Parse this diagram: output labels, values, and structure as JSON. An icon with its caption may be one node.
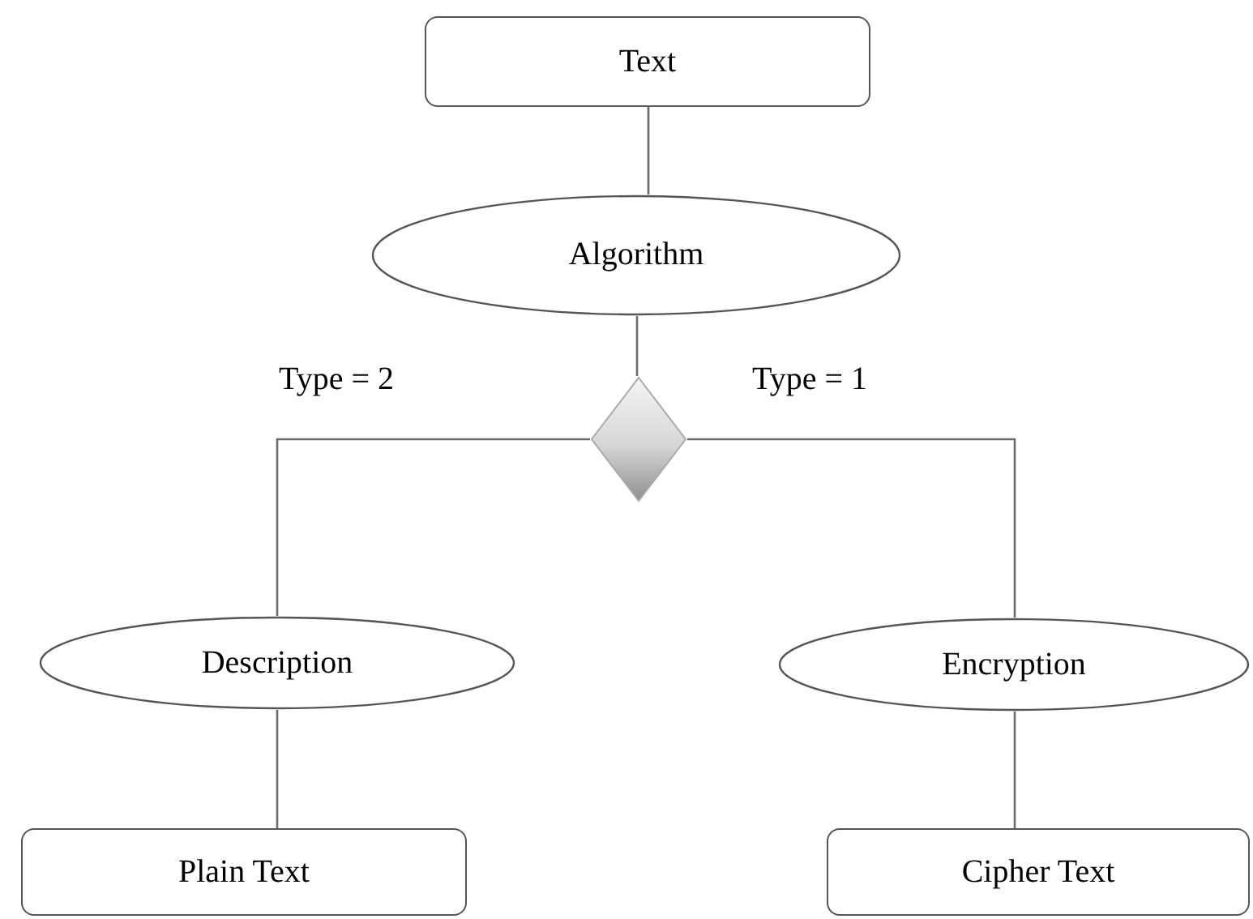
{
  "diagram": {
    "nodes": [
      {
        "text": [
          "Text"
        ]
      },
      {
        "text": [
          "Algorithm"
        ]
      },
      {
        "text": [],
        "shape": "diamond"
      },
      {
        "text": [
          "Description"
        ]
      },
      {
        "text": [
          "Encryption"
        ]
      },
      {
        "text": [
          "Plain Text"
        ]
      },
      {
        "text": [
          "Cipher Text"
        ]
      }
    ],
    "edges": [
      {
        "from": 0,
        "to": 1,
        "arrow": "none"
      },
      {
        "from": 1,
        "to": 2,
        "arrow": "none"
      },
      {
        "from": 2,
        "to": 3,
        "arrow": "none",
        "label": "Type = 2"
      },
      {
        "from": 2,
        "to": 4,
        "arrow": "none",
        "label": "Type = 1"
      },
      {
        "from": 3,
        "to": 5,
        "arrow": "none"
      },
      {
        "from": 4,
        "to": 6,
        "arrow": "none"
      }
    ]
  }
}
